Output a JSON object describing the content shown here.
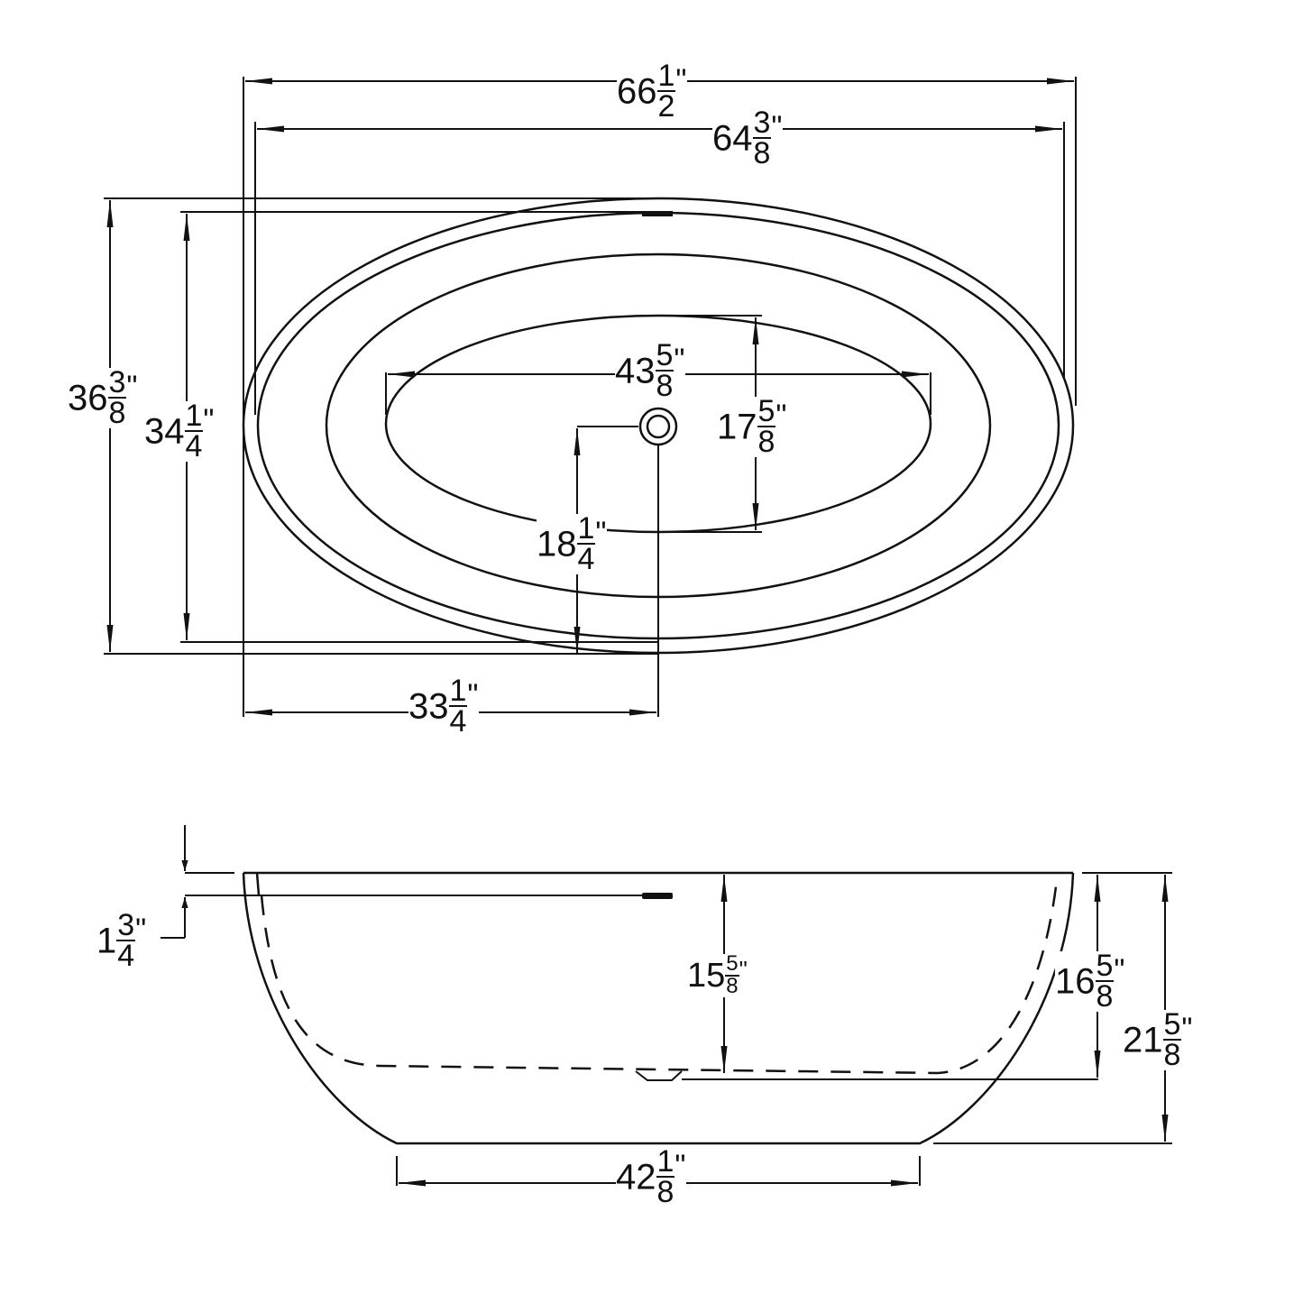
{
  "drawing": {
    "title": "Freestanding oval bathtub dimension drawing",
    "line_color": "#111111",
    "background": "#ffffff",
    "views": [
      "top-view",
      "side-view"
    ]
  },
  "top_view": {
    "overall_length": {
      "whole": "66",
      "num": "1",
      "den": "2",
      "unit": "\"",
      "value_in": 66.5
    },
    "rim_length": {
      "whole": "64",
      "num": "3",
      "den": "8",
      "unit": "\"",
      "value_in": 64.375
    },
    "overall_width": {
      "whole": "36",
      "num": "3",
      "den": "8",
      "unit": "\"",
      "value_in": 36.375
    },
    "rim_width": {
      "whole": "34",
      "num": "1",
      "den": "4",
      "unit": "\"",
      "value_in": 34.25
    },
    "basin_length": {
      "whole": "43",
      "num": "5",
      "den": "8",
      "unit": "\"",
      "value_in": 43.625
    },
    "basin_width": {
      "whole": "17",
      "num": "5",
      "den": "8",
      "unit": "\"",
      "value_in": 17.625
    },
    "drain_from_side": {
      "whole": "18",
      "num": "1",
      "den": "4",
      "unit": "\"",
      "value_in": 18.25
    },
    "drain_from_end": {
      "whole": "33",
      "num": "1",
      "den": "4",
      "unit": "\"",
      "value_in": 33.25
    }
  },
  "side_view": {
    "overflow_depth": {
      "whole": "1",
      "num": "3",
      "den": "4",
      "unit": "\"",
      "value_in": 1.75
    },
    "water_depth": {
      "whole": "15",
      "num": "5",
      "den": "8",
      "unit": "\"",
      "value_in": 15.625
    },
    "interior_depth": {
      "whole": "16",
      "num": "5",
      "den": "8",
      "unit": "\"",
      "value_in": 16.625
    },
    "overall_height": {
      "whole": "21",
      "num": "5",
      "den": "8",
      "unit": "\"",
      "value_in": 21.625
    },
    "base_length": {
      "whole": "42",
      "num": "1",
      "den": "8",
      "unit": "\"",
      "value_in": 42.125
    }
  }
}
